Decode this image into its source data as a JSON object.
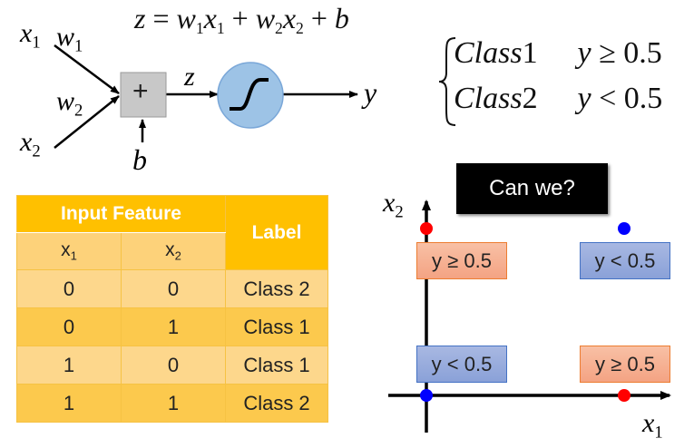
{
  "neuron_diagram": {
    "equation": {
      "z": "z",
      "eq": "=",
      "w1": "w",
      "w1_sub": "1",
      "x1": "x",
      "x1_sub": "1",
      "plus1": "+",
      "w2": "w",
      "w2_sub": "2",
      "x2": "x",
      "x2_sub": "2",
      "plus2": "+",
      "b": "b"
    },
    "inputs": [
      {
        "label": "x",
        "sub": "1",
        "weight": "w",
        "weight_sub": "1"
      },
      {
        "label": "x",
        "sub": "2",
        "weight": "w",
        "weight_sub": "2"
      }
    ],
    "sum_symbol": "+",
    "bias_label": "b",
    "z_label": "z",
    "activation": "sigmoid-icon",
    "output_label": "y",
    "colors": {
      "sum_box": "#c8c8c8",
      "activation_fill": "#9dc3e6",
      "activation_border": "#7aa7d8"
    }
  },
  "class_rule": {
    "rows": [
      {
        "class": "Class",
        "num": "1",
        "y": "y",
        "op": "≥",
        "threshold": "0.5"
      },
      {
        "class": "Class",
        "num": "2",
        "y": "y",
        "op": "<",
        "threshold": "0.5"
      }
    ]
  },
  "table": {
    "group_header": "Input Feature",
    "label_header": "Label",
    "sub_headers": [
      {
        "text": "x",
        "sub": "1"
      },
      {
        "text": "x",
        "sub": "2"
      }
    ],
    "rows": [
      {
        "x1": "0",
        "x2": "0",
        "label": "Class 2",
        "color": "#0000ff"
      },
      {
        "x1": "0",
        "x2": "1",
        "label": "Class 1",
        "color": "#ff0000"
      },
      {
        "x1": "1",
        "x2": "0",
        "label": "Class 1",
        "color": "#ff0000"
      },
      {
        "x1": "1",
        "x2": "1",
        "label": "Class 2",
        "color": "#0000ff"
      }
    ],
    "colors": {
      "header": "#ffc000",
      "row_light": "#fdd78c",
      "row_dark": "#fcc94d"
    }
  },
  "callout": {
    "text": "Can we?"
  },
  "plot": {
    "x_axis_label": "x",
    "x_axis_sub": "1",
    "y_axis_label": "x",
    "y_axis_sub": "2",
    "points": [
      {
        "x": 0,
        "y": 1,
        "color": "#ff0000",
        "box": "y ≥ 0.5",
        "box_style": "orange"
      },
      {
        "x": 1,
        "y": 1,
        "color": "#0000ff",
        "box": "y < 0.5",
        "box_style": "blue"
      },
      {
        "x": 0,
        "y": 0,
        "color": "#0000ff",
        "box": "y < 0.5",
        "box_style": "blue"
      },
      {
        "x": 1,
        "y": 0,
        "color": "#ff0000",
        "box": "y ≥ 0.5",
        "box_style": "orange"
      }
    ]
  }
}
